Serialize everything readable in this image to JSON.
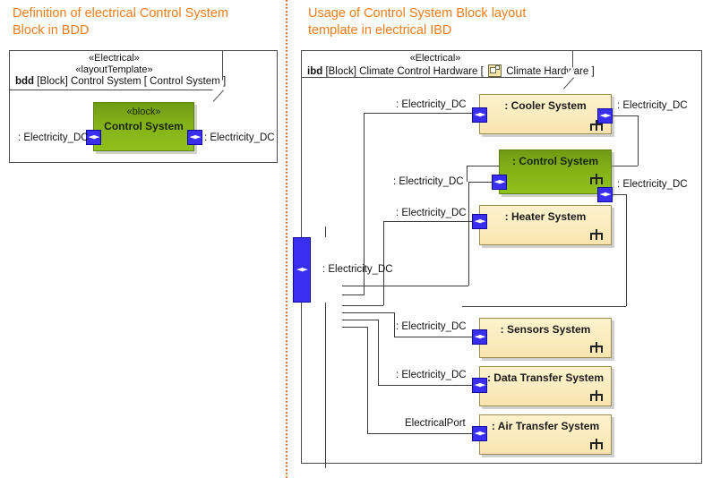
{
  "bdd": {
    "caption": "Definition of electrical Control System\nBlock in BDD",
    "frame": {
      "stereotype_1": "«Electrical»",
      "stereotype_2": "«layoutTemplate»",
      "kind": "bdd",
      "title": " [Block] Control System [ Control System ]"
    },
    "block": {
      "stereotype": "«block»",
      "name": "Control System",
      "left_port_label": ": Electricity_DC",
      "right_port_label": ": Electricity_DC",
      "port_glyph": "◄►"
    }
  },
  "ibd": {
    "caption": "Usage of Control System Block layout\ntemplate in electrical IBD",
    "frame": {
      "stereotype_1": "«Electrical»",
      "kind": "ibd",
      "title_prefix": " [Block] Climate Control Hardware [ ",
      "icon": "block-diagram-icon",
      "title_suffix": " Climate Hardware ]"
    },
    "boundary_port": {
      "label": ": Electricity_DC",
      "glyph": "◄►"
    },
    "parts": [
      {
        "name": ": Cooler System",
        "theme": "tan",
        "left_port_label": ": Electricity_DC",
        "right_port_label": ": Electricity_DC",
        "glyph": "◄►"
      },
      {
        "name": ": Control System",
        "theme": "green",
        "left_port_label": ": Electricity_DC",
        "right_port_label": ": Electricity_DC",
        "glyph": "◄►"
      },
      {
        "name": ": Heater System",
        "theme": "tan",
        "left_port_label": ": Electricity_DC",
        "right_port_label": "",
        "glyph": "◄►"
      },
      {
        "name": ": Sensors System",
        "theme": "tan",
        "left_port_label": ": Electricity_DC",
        "right_port_label": "",
        "glyph": "◄►"
      },
      {
        "name": ": Data Transfer System",
        "theme": "tan",
        "left_port_label": ": Electricity_DC",
        "right_port_label": "",
        "glyph": "◄►"
      },
      {
        "name": ": Air Transfer System",
        "theme": "tan",
        "left_port_label": "ElectricalPort",
        "right_port_label": "",
        "glyph": "◄►"
      }
    ]
  },
  "colors": {
    "caption": "#f07d1b",
    "divider": "#ee7b2e",
    "port": "#3a2ef0",
    "block_tan": "#fbecbf",
    "block_green": "#82b018",
    "frame_border": "#4a4a4a"
  }
}
